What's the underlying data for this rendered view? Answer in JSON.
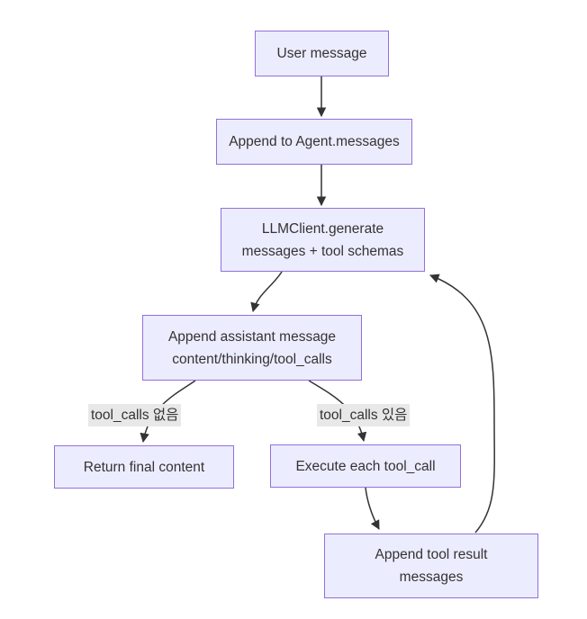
{
  "diagram": {
    "type": "flowchart",
    "direction": "top-down",
    "nodes": {
      "user_message": {
        "line1": "User message"
      },
      "append_agent": {
        "line1": "Append to Agent.messages"
      },
      "llm_generate": {
        "line1": "LLMClient.generate",
        "line2": "messages + tool schemas"
      },
      "append_assistant": {
        "line1": "Append assistant message",
        "line2": "content/thinking/tool_calls"
      },
      "return_final": {
        "line1": "Return final content"
      },
      "execute_tool": {
        "line1": "Execute each tool_call"
      },
      "append_result": {
        "line1": "Append tool result",
        "line2": "messages"
      }
    },
    "edges": [
      {
        "from": "user_message",
        "to": "append_agent",
        "label": ""
      },
      {
        "from": "append_agent",
        "to": "llm_generate",
        "label": ""
      },
      {
        "from": "llm_generate",
        "to": "append_assistant",
        "label": ""
      },
      {
        "from": "append_assistant",
        "to": "return_final",
        "label": "tool_calls 없음"
      },
      {
        "from": "append_assistant",
        "to": "execute_tool",
        "label": "tool_calls 있음"
      },
      {
        "from": "execute_tool",
        "to": "append_result",
        "label": ""
      },
      {
        "from": "append_result",
        "to": "llm_generate",
        "label": ""
      }
    ]
  },
  "colors": {
    "node_fill": "#ECECFF",
    "node_border": "#9370DB",
    "edge": "#333333",
    "text": "#333333",
    "label_bg": "#e8e8e8"
  }
}
